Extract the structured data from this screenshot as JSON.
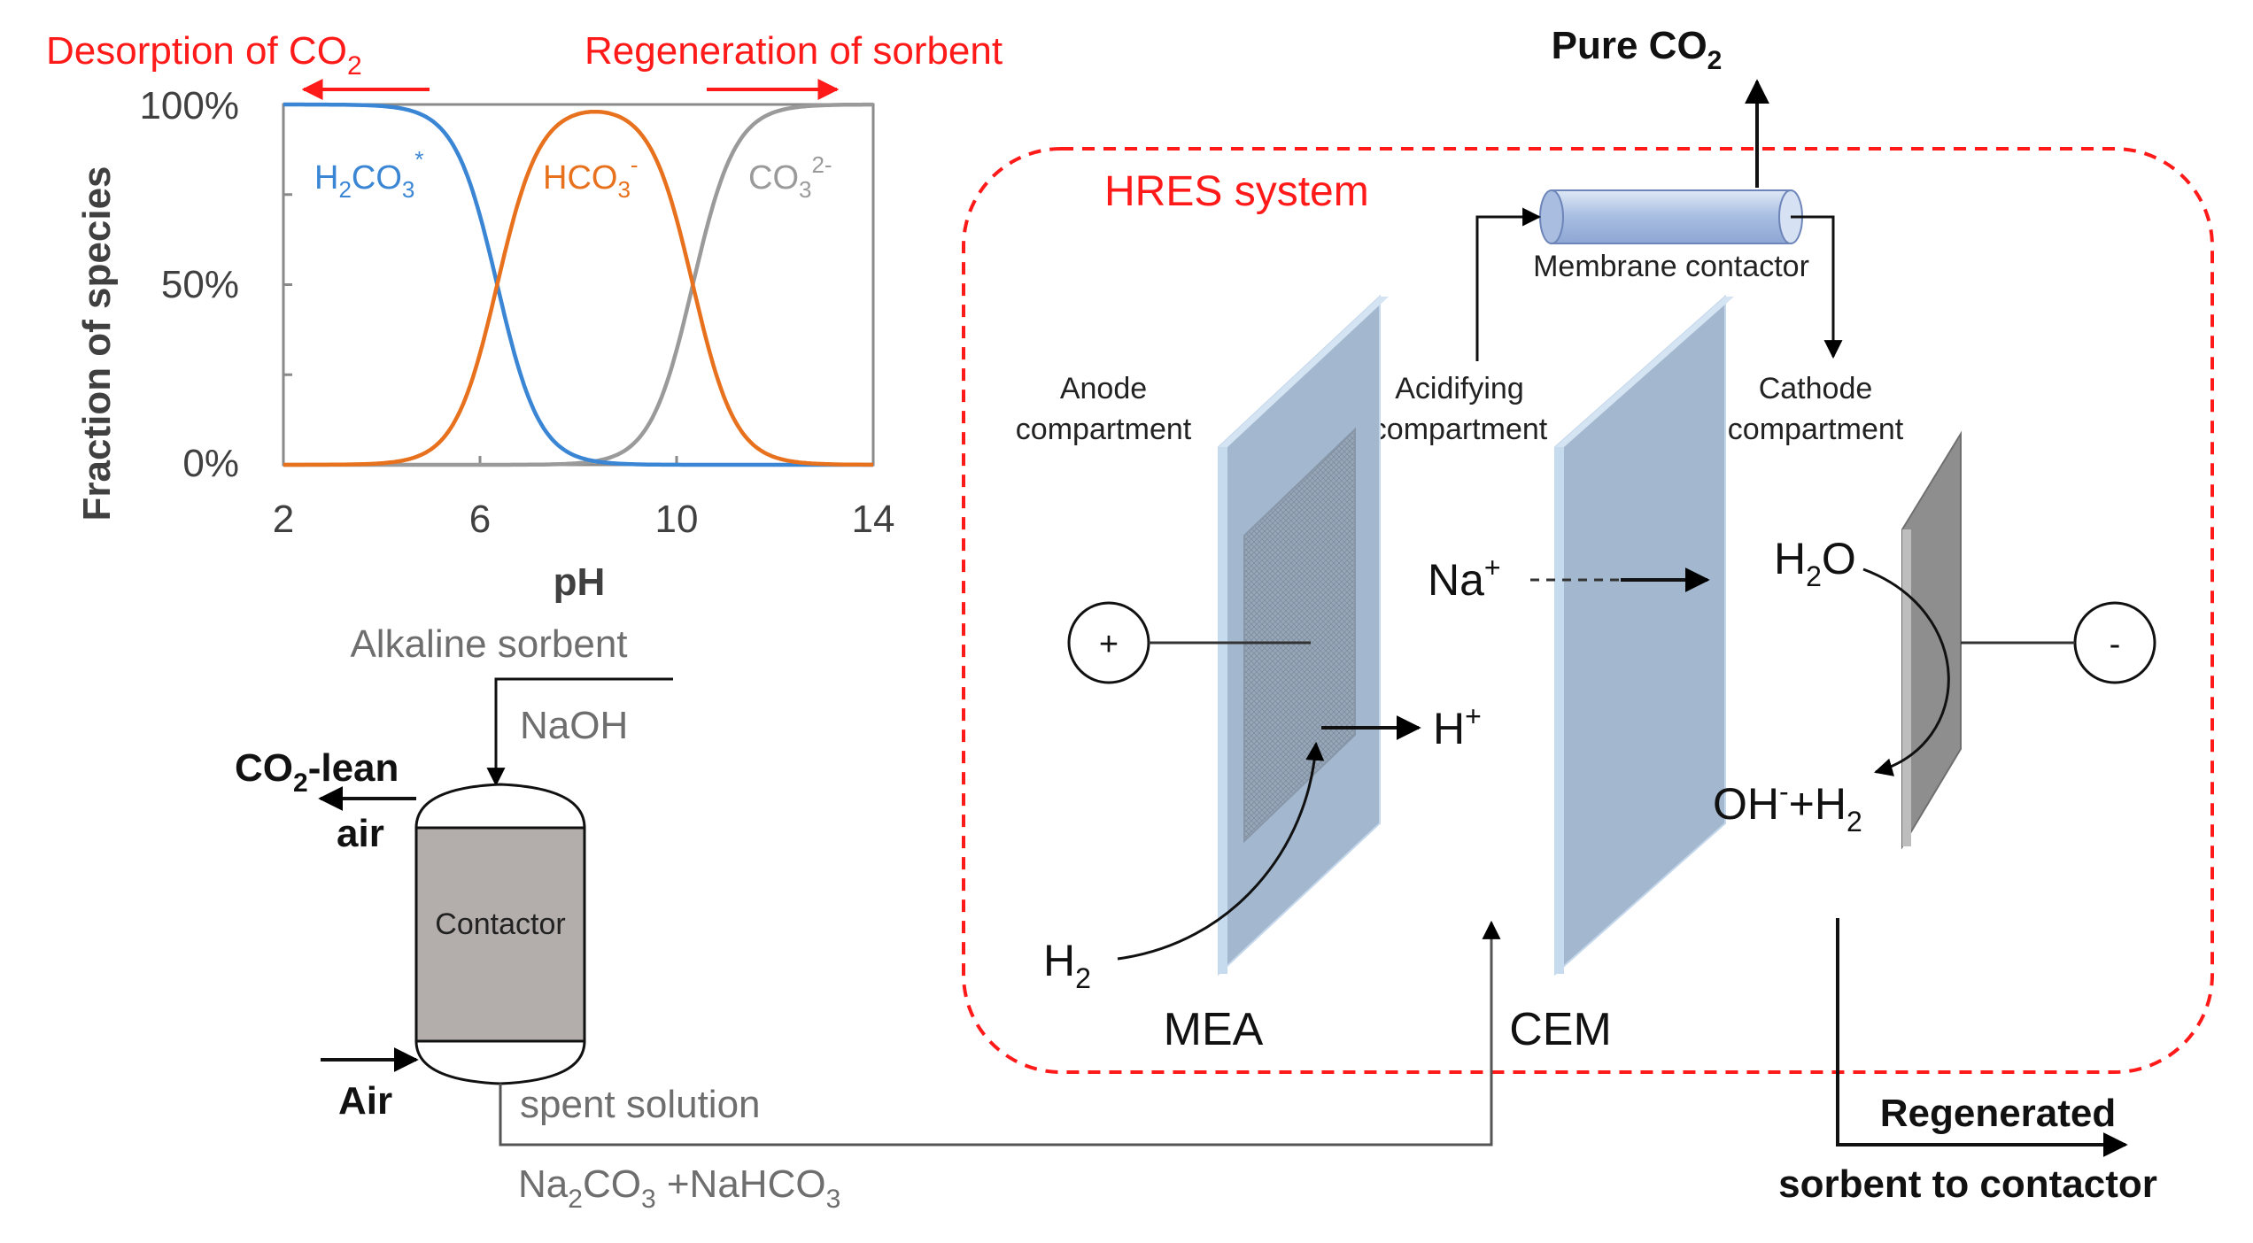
{
  "labels": {
    "desorption": "Desorption of CO",
    "desorption_sub": "2",
    "regeneration": "Regeneration of sorbent",
    "pure_co2": "Pure CO",
    "pure_co2_sub": "2",
    "hres": "HRES system",
    "membrane": "Membrane contactor",
    "anode1": "Anode",
    "anode2": "compartment",
    "acid1": "Acidifying",
    "acid2": "compartment",
    "cathode1": "Cathode",
    "cathode2": "compartment",
    "plus": "+",
    "minus": "-",
    "na": "Na",
    "na_sup": "+",
    "h_plus": "H",
    "h_plus_sup": "+",
    "h2o_a": "H",
    "h2o_sub": "2",
    "h2o_b": "O",
    "oh": "OH",
    "oh_sup": "-",
    "oh_h2": "+H",
    "oh_h2_sub": "2",
    "h2": "H",
    "h2_sub": "2",
    "mea": "MEA",
    "cem": "CEM",
    "alkaline": "Alkaline sorbent",
    "naoh": "NaOH",
    "co2lean_a": "CO",
    "co2lean_sub": "2",
    "co2lean_b": "-lean",
    "co2lean_c": "air",
    "contactor": "Contactor",
    "air": "Air",
    "spent": "spent solution",
    "na2co3_a": "Na",
    "na2co3_sub": "2",
    "na2co3_b": "CO",
    "na2co3_sub2": "3",
    "na2co3_c": " +NaHCO",
    "na2co3_sub3": "3",
    "regen1": "Regenerated",
    "regen2": "sorbent to contactor"
  },
  "chart_data": {
    "type": "line",
    "xlabel": "pH",
    "ylabel": "Fraction of species",
    "xlim": [
      2,
      14
    ],
    "ylim": [
      0,
      100
    ],
    "xticks": [
      2,
      6,
      10,
      14
    ],
    "yticks": [
      "0%",
      "50%",
      "100%"
    ],
    "pKa1": 6.35,
    "pKa2": 10.33,
    "series": [
      {
        "name": "H2CO3*",
        "label_main": "H",
        "label_sub": "2",
        "label_main2": "CO",
        "label_sub2": "3",
        "label_sup": "*",
        "color": "#3a86d4"
      },
      {
        "name": "HCO3-",
        "label_main": "HCO",
        "label_sub": "3",
        "label_sup": "-",
        "color": "#e8711e"
      },
      {
        "name": "CO32-",
        "label_main": "CO",
        "label_sub": "3",
        "label_sup": "2-",
        "color": "#9a9a9a"
      }
    ]
  },
  "colors": {
    "red": "#ff1a1a",
    "membrane_blue": "#a9c0da",
    "membrane_edge": "#c9dcef",
    "cathode_gray": "#8e8e8e",
    "contactor_gray": "#b3aeab"
  }
}
